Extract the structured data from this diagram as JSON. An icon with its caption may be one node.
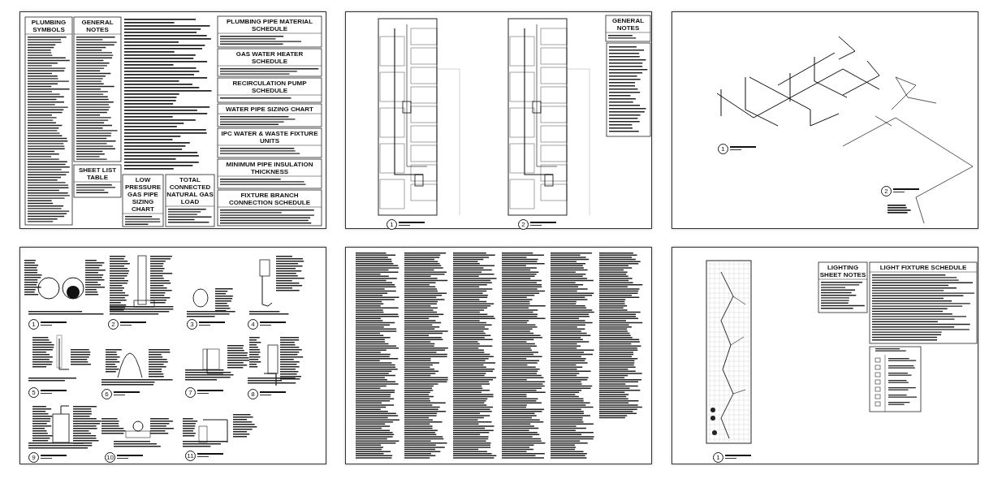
{
  "diagram": {
    "labels": [
      "PLUMBING SYMBOLS",
      "GENERAL NOTES",
      "SHEET LIST TABLE",
      "LOW PRESSURE GAS PIPE SIZING CHART",
      "TOTAL CONNECTED NATURAL GAS LOAD",
      "PLUMBING PIPE MATERIAL SCHEDULE",
      "GAS WATER HEATER SCHEDULE",
      "RECIRCULATION PUMP SCHEDULE",
      "WATER PIPE SIZING CHART",
      "IPC WATER & WASTE FIXTURE UNITS",
      "MINIMUM PIPE INSULATION THICKNESS",
      "FIXTURE BRANCH CONNECTION SCHEDULE",
      "GENERAL NOTES",
      "1",
      "2",
      "1",
      "2",
      "1",
      "2",
      "3",
      "4",
      "5",
      "6",
      "7",
      "8",
      "9",
      "10",
      "11",
      "LIGHTING SHEET NOTES",
      "LIGHT FIXTURE SCHEDULE",
      "1"
    ]
  }
}
